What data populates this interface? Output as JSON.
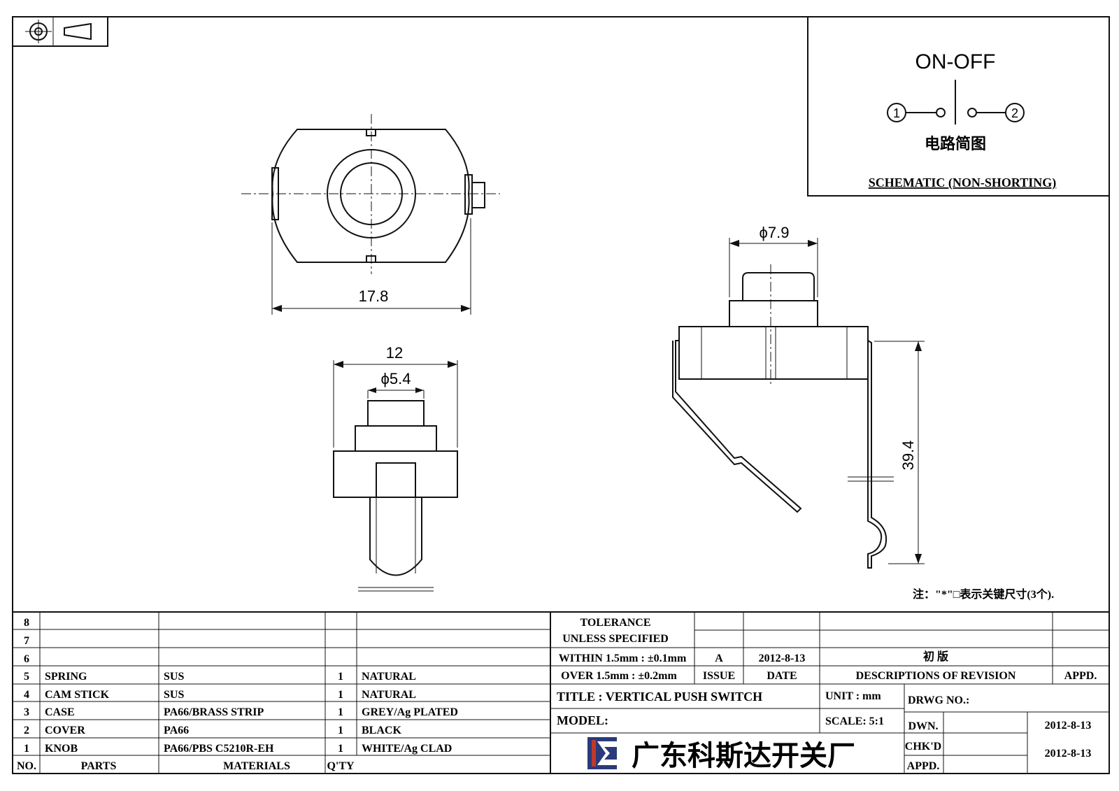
{
  "schematic": {
    "title": "ON-OFF",
    "pin1": "1",
    "pin2": "2",
    "cn_label": "电路简图",
    "caption": "SCHEMATIC (NON-SHORTING)"
  },
  "dimensions": {
    "width_top": "17.8",
    "width_front": "12",
    "knob_dia_front": "ϕ5.4",
    "knob_dia_side": "ϕ7.9",
    "height_side": "39.4"
  },
  "note": "注：\"*\"□表示关键尺寸(3个).",
  "parts_table": {
    "headers": {
      "no": "NO.",
      "parts": "PARTS",
      "materials": "MATERIALS",
      "qty": "Q'TY"
    },
    "rows": [
      {
        "no": "8",
        "part": "",
        "material": "",
        "qty": "",
        "finish": ""
      },
      {
        "no": "7",
        "part": "",
        "material": "",
        "qty": "",
        "finish": ""
      },
      {
        "no": "6",
        "part": "",
        "material": "",
        "qty": "",
        "finish": ""
      },
      {
        "no": "5",
        "part": "SPRING",
        "material": "SUS",
        "qty": "1",
        "finish": "NATURAL"
      },
      {
        "no": "4",
        "part": "CAM STICK",
        "material": "SUS",
        "qty": "1",
        "finish": "NATURAL"
      },
      {
        "no": "3",
        "part": "CASE",
        "material": "PA66/BRASS STRIP",
        "qty": "1",
        "finish": "GREY/Ag PLATED"
      },
      {
        "no": "2",
        "part": "COVER",
        "material": "PA66",
        "qty": "1",
        "finish": "BLACK"
      },
      {
        "no": "1",
        "part": "KNOB",
        "material": "PA66/PBS C5210R-EH",
        "qty": "1",
        "finish": "WHITE/Ag CLAD"
      }
    ]
  },
  "title_block": {
    "tolerance_1": "TOLERANCE",
    "tolerance_2": "UNLESS  SPECIFIED",
    "tolerance_3": "WITHIN 1.5mm : ±0.1mm",
    "tolerance_4": "OVER 1.5mm : ±0.2mm",
    "issue_value": "A",
    "date_value": "2012-8-13",
    "revision_value": "初  版",
    "issue_label": "ISSUE",
    "date_label": "DATE",
    "revision_label": "DESCRIPTIONS OF REVISION",
    "appd_label": "APPD.",
    "title": "TITLE :  VERTICAL PUSH SWITCH",
    "unit": "UNIT :  mm",
    "drwg_no": "DRWG NO.:",
    "model": "MODEL:",
    "scale": "SCALE:  5:1",
    "dwn_label": "DWN.",
    "dwn_date": "2012-8-13",
    "chkd_label": "CHK'D",
    "chkd_date": "2012-8-13",
    "appd_short": "APPD.",
    "company": "广东科斯达开关厂"
  }
}
